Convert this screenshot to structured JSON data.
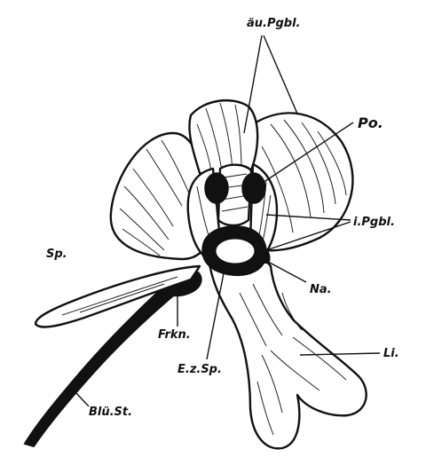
{
  "figure": {
    "labels": {
      "au_pgbl": "äu.Pgbl.",
      "po": "Po.",
      "i_pgbl": "i.Pgbl.",
      "sp": "Sp.",
      "na": "Na.",
      "frkn": "Frkn.",
      "li": "Li.",
      "ez_sp": "E.z.Sp.",
      "blu_st": "Blü.St."
    }
  }
}
